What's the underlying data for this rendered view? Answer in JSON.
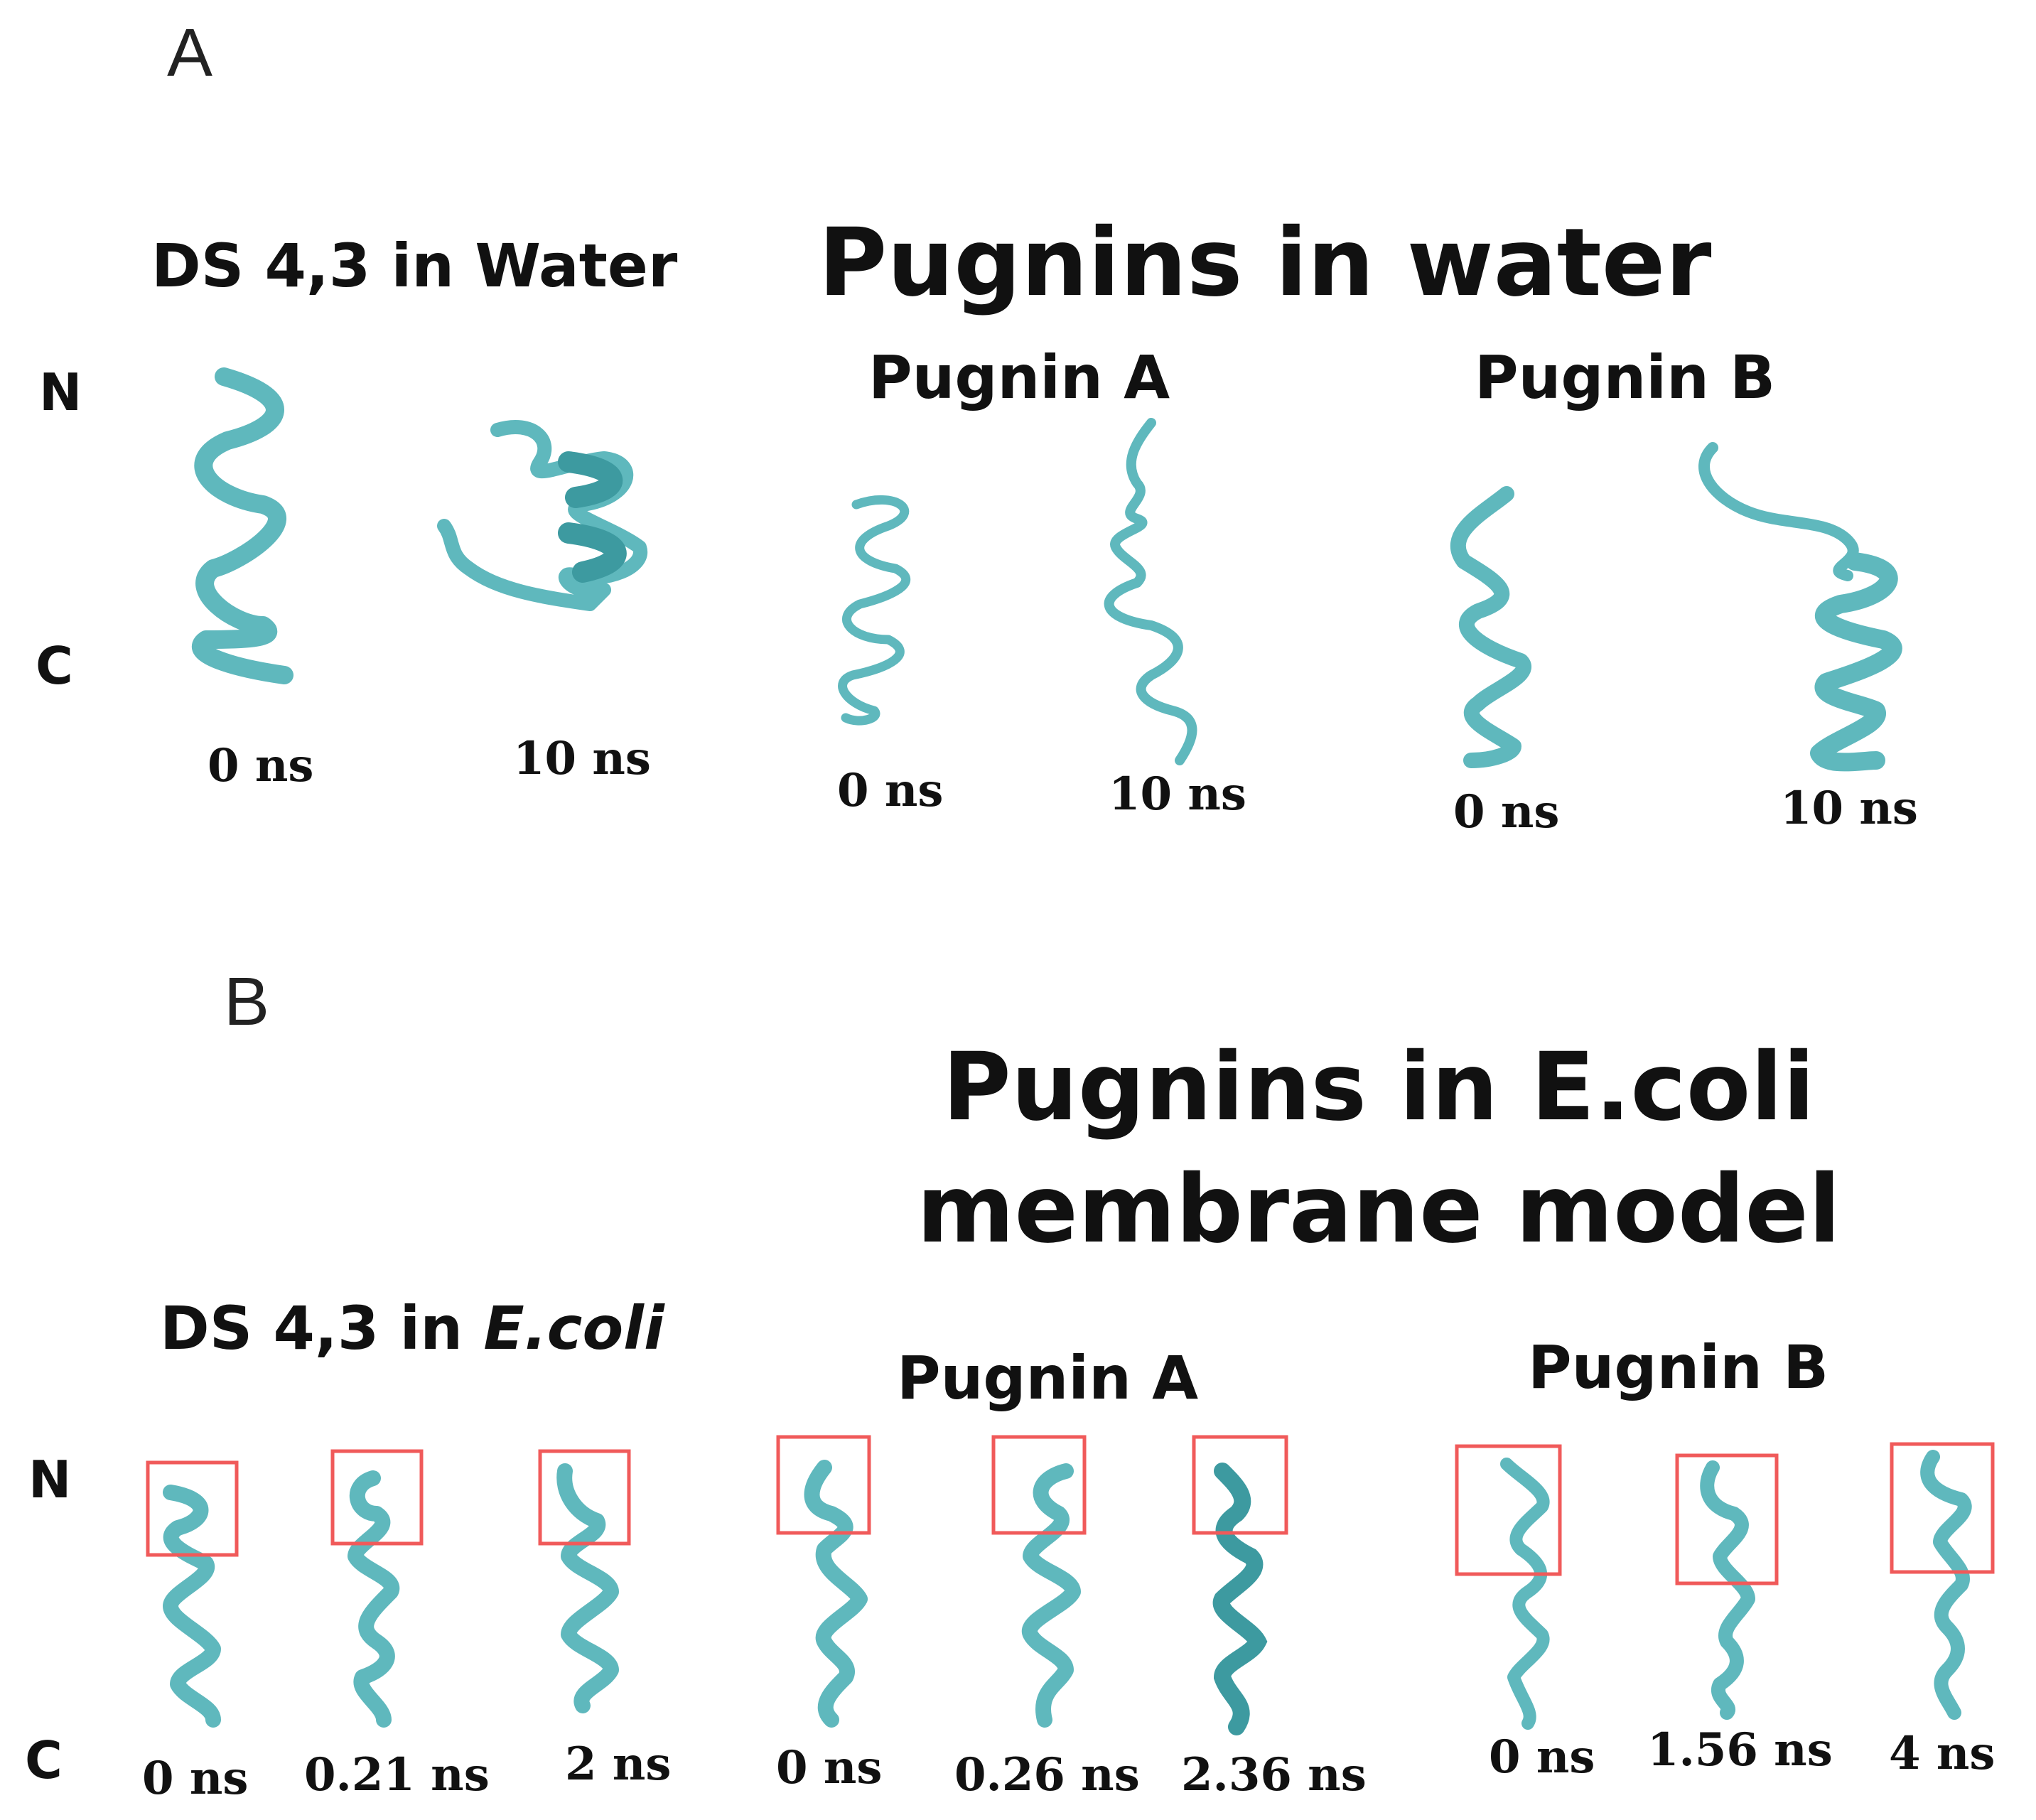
{
  "panel_a": {
    "letter": "A",
    "title": "Pugnins in water",
    "groups": [
      {
        "title": "DS 4,3 in Water",
        "times": [
          "0 ns",
          "10 ns"
        ]
      },
      {
        "title": "Pugnin A",
        "times": [
          "0 ns",
          "10 ns"
        ]
      },
      {
        "title": "Pugnin B",
        "times": [
          "0 ns",
          "10 ns"
        ]
      }
    ],
    "n_label": "N",
    "c_label": "C"
  },
  "panel_b": {
    "letter": "B",
    "title_line1": "Pugnins in E.coli",
    "title_line2": "membrane model",
    "groups": [
      {
        "title_prefix": "DS 4,3 in ",
        "title_italic": "E.coli",
        "times": [
          "0 ns",
          "0.21 ns",
          "2 ns"
        ]
      },
      {
        "title": "Pugnin A",
        "times": [
          "0 ns",
          "0.26 ns",
          "2.36 ns"
        ]
      },
      {
        "title": "Pugnin B",
        "times": [
          "0 ns",
          "1.56 ns",
          "4 ns"
        ]
      }
    ],
    "n_label": "N",
    "c_label": "C"
  },
  "colors": {
    "helix": "#5fb8bd",
    "helix_dark": "#3d9aa0",
    "highlight_box": "#f05a5a"
  }
}
